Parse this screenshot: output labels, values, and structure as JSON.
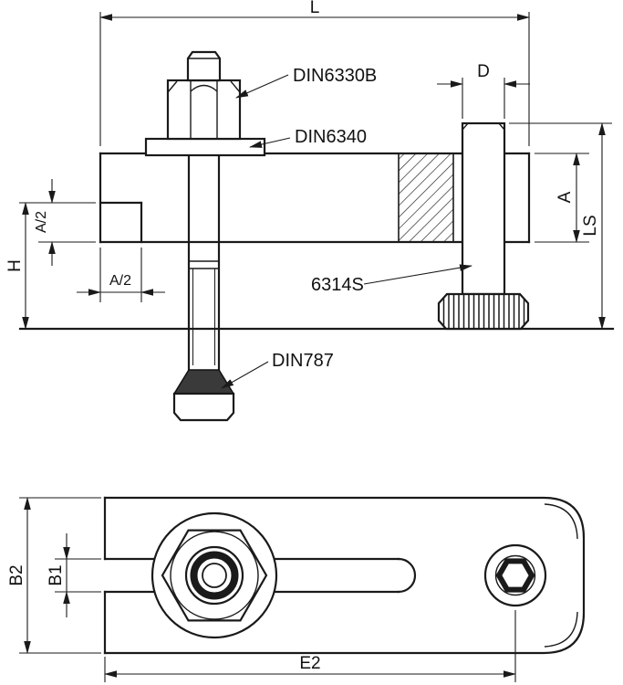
{
  "colors": {
    "ink": "#1a1a1a",
    "background": "#ffffff",
    "head_fill": "#3a3a3a"
  },
  "side_view": {
    "dims": {
      "length": "L",
      "screw_dia": "D",
      "bar_height": "A",
      "screw_length": "LS",
      "step_height": "H",
      "a2_vertical": "A/2",
      "a2_horizontal": "A/2"
    },
    "callouts": {
      "nut": "DIN6330B",
      "washer": "DIN6340",
      "support_screw": "6314S",
      "tbolt": "DIN787"
    }
  },
  "plan_view": {
    "dims": {
      "overall_width": "B2",
      "slot_width": "B1",
      "edge_distance": "E2"
    }
  }
}
